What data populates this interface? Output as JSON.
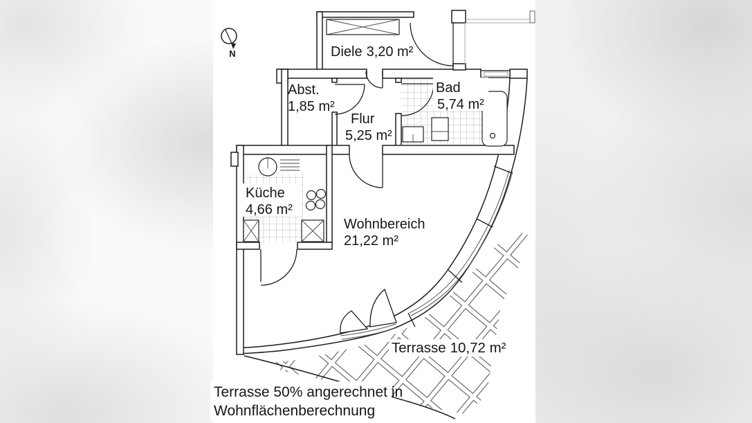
{
  "compass": {
    "label": "N"
  },
  "rooms": [
    {
      "id": "diele",
      "name": "Diele",
      "area": "3,20 m²"
    },
    {
      "id": "abstellraum",
      "name": "Abst.",
      "area": "1,85 m²"
    },
    {
      "id": "bad",
      "name": "Bad",
      "area": "5,74 m²"
    },
    {
      "id": "flur",
      "name": "Flur",
      "area": "5,25 m²"
    },
    {
      "id": "kueche",
      "name": "Küche",
      "area": "4,66 m²"
    },
    {
      "id": "wohnbereich",
      "name": "Wohnbereich",
      "area": "21,22 m²"
    },
    {
      "id": "terrasse",
      "name": "Terrasse",
      "area": "10,72 m²"
    }
  ],
  "note": {
    "line1": "Terrasse 50% angerechnet in",
    "line2": "Wohnflächenberechnung"
  },
  "fixtures": [
    "north-arrow",
    "wardrobe",
    "entrance-door",
    "bathtub",
    "toilet",
    "washbasin",
    "kitchen-sink",
    "cooktop",
    "kitchen-counter",
    "bath-window",
    "curved-window-front",
    "terrace-double-door",
    "terrace-tiles",
    "bath-floor-tiles",
    "kitchen-floor-tiles"
  ],
  "colors": {
    "wall_line": "#1c1c1c",
    "room_tile_grid": "#a8a8a8",
    "terrace_tile_line": "#5a5a5a",
    "plan_background": "#ffffff",
    "surround_gray": "#e2e2e2"
  }
}
